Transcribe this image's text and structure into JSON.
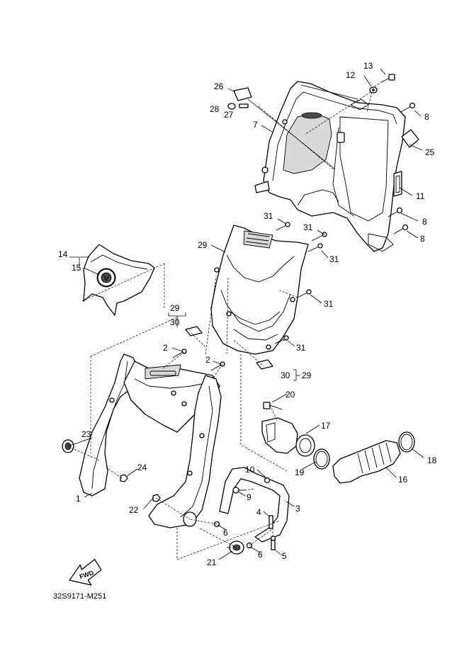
{
  "callouts": {
    "c1": "1",
    "c2a": "2",
    "c2b": "2",
    "c3": "3",
    "c4": "4",
    "c5": "5",
    "c6a": "6",
    "c6b": "6",
    "c7": "7",
    "c8a": "8",
    "c8b": "8",
    "c8c": "8",
    "c9": "9",
    "c10": "10",
    "c11": "11",
    "c12": "12",
    "c13": "13",
    "c14": "14",
    "c15": "15",
    "c16": "16",
    "c17": "17",
    "c18": "18",
    "c19": "19",
    "c20": "20",
    "c21": "21",
    "c22": "22",
    "c23": "23",
    "c24": "24",
    "c25": "25",
    "c26": "26",
    "c27": "27",
    "c28": "28",
    "c29a": "29",
    "c29b": "29",
    "c29c": "29",
    "c30a": "30",
    "c30b": "30",
    "c31a": "31",
    "c31b": "31",
    "c31c": "31",
    "c31d": "31",
    "c31e": "31"
  },
  "fwd_label": "FWD",
  "diagram_code": "32S9171-M251"
}
